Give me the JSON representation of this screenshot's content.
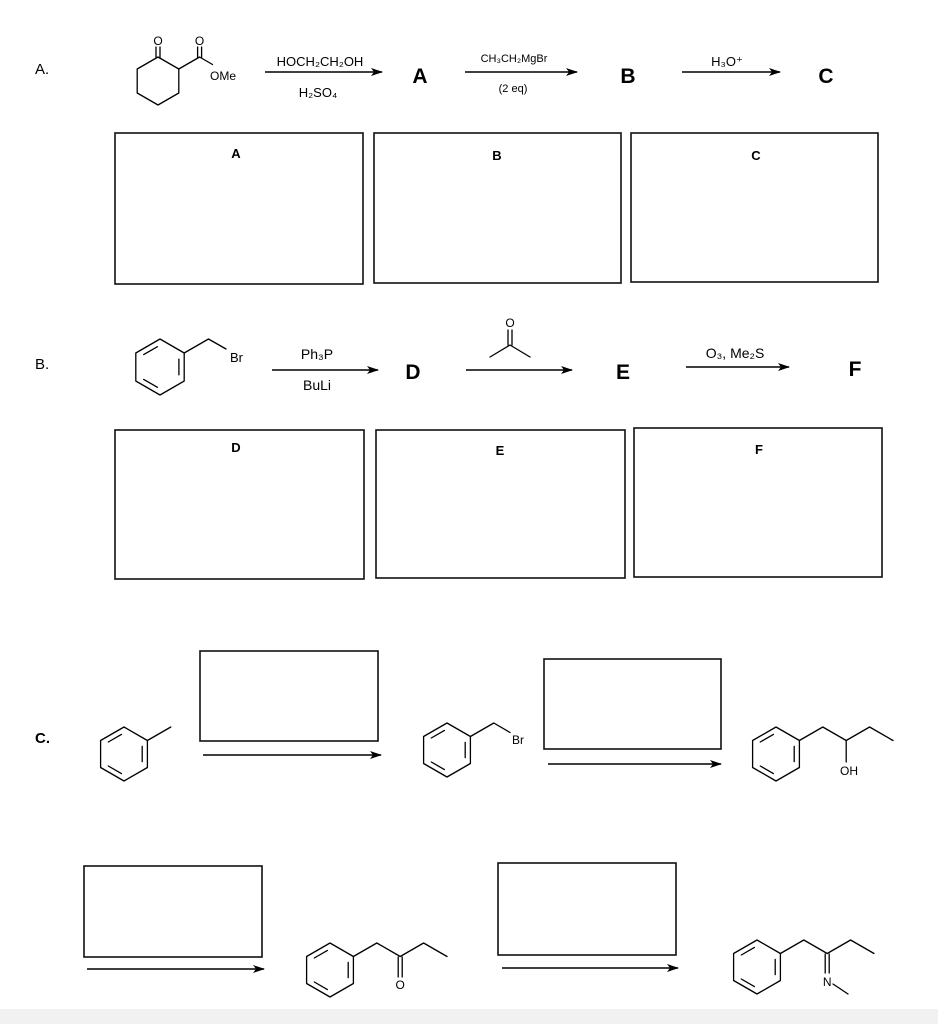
{
  "section_a": {
    "label": "A.",
    "starting_material": {
      "ketone_o": "O",
      "ester_o": "O",
      "ome": "OMe"
    },
    "steps": [
      {
        "reagent_top": "HOCH₂CH₂OH",
        "reagent_bottom": "H₂SO₄",
        "product": "A"
      },
      {
        "reagent_top": "CH₃CH₂MgBr",
        "reagent_bottom": "(2 eq)",
        "product": "B"
      },
      {
        "reagent_top": "H₃O⁺",
        "product": "C"
      }
    ],
    "answer_boxes": [
      "A",
      "B",
      "C"
    ]
  },
  "section_b": {
    "label": "B.",
    "starting_material": {
      "br": "Br"
    },
    "steps": [
      {
        "reagent_top": "Ph₃P",
        "reagent_bottom": "BuLi",
        "product": "D"
      },
      {
        "reagent_top_o": "O",
        "product": "E"
      },
      {
        "reagent_top": "O₃, Me₂S",
        "product": "F"
      }
    ],
    "answer_boxes": [
      "D",
      "E",
      "F"
    ]
  },
  "section_c": {
    "label": "C.",
    "row1": {
      "intermediate_br": "Br",
      "product_oh": "OH"
    },
    "row2": {
      "ketone_o": "O",
      "imine_n": "N"
    }
  }
}
